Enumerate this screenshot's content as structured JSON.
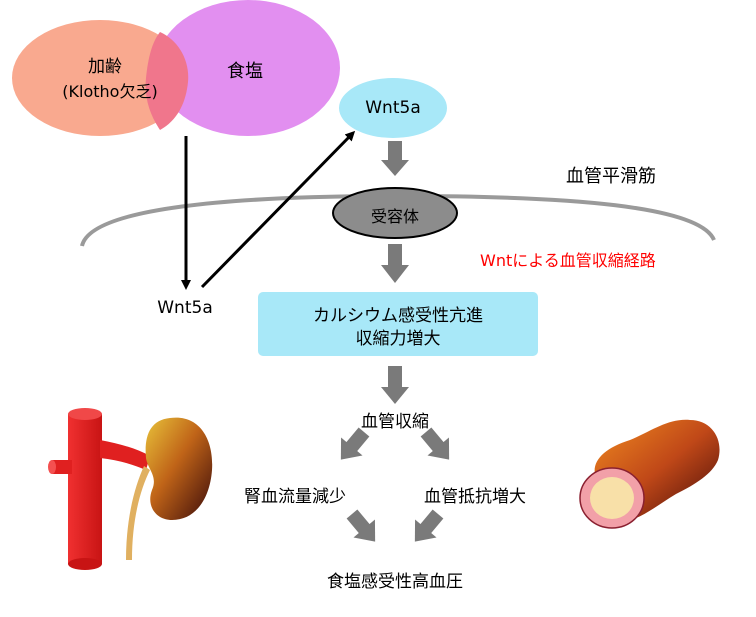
{
  "venn": {
    "aging_label": "加齢",
    "aging_sub": "(Klotho欠乏)",
    "salt_label": "食塩"
  },
  "wnt5a_top": "Wnt5a",
  "wnt5a_left": "Wnt5a",
  "vsmc_label": "血管平滑筋",
  "receptor_label": "受容体",
  "pathway_label": "Wntによる血管収縮経路",
  "box": {
    "line1": "カルシウム感受性亢進",
    "line2": "収縮力増大"
  },
  "vasoconstriction": "血管収縮",
  "renal_flow": "腎血流量減少",
  "resistance": "血管抵抗増大",
  "result": "食塩感受性高血圧",
  "colors": {
    "aging_circle": "#f9a98f",
    "salt_circle": "#e28ff0",
    "overlap": "#f0768c",
    "wnt_ellipse": "#a8e8f8",
    "box_fill": "#a8e8f8",
    "receptor_fill": "#8c8c8c",
    "gray_arrow": "#7a7a7a",
    "red_text": "#ff0000",
    "artery": "#e02020"
  },
  "icons": [
    "kidney-with-artery-icon",
    "blood-vessel-icon"
  ]
}
